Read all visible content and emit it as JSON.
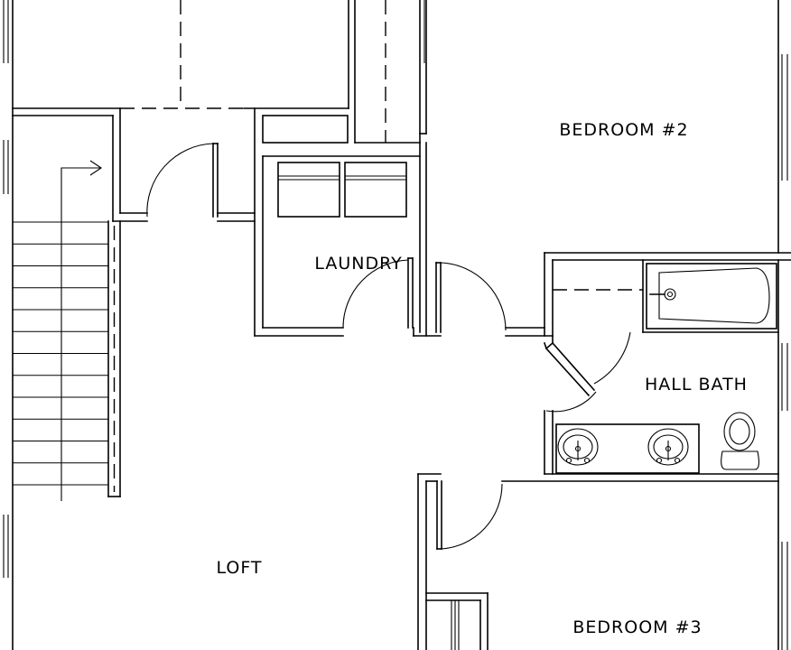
{
  "rooms": {
    "bedroom2": "BEDROOM #2",
    "laundry": "LAUNDRY",
    "hall_bath": "HALL BATH",
    "loft": "LOFT",
    "bedroom3": "BEDROOM #3"
  },
  "stair_treads": 12
}
